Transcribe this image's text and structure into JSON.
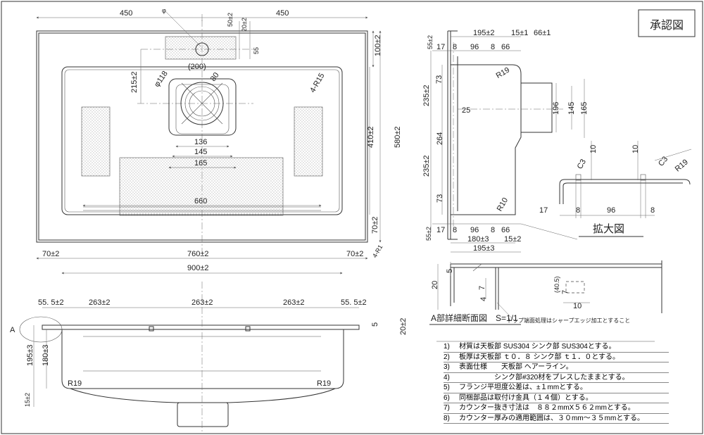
{
  "stamp": "承認図",
  "plan": {
    "top_left": "450",
    "top_right": "450",
    "phi_symbol": "φ",
    "fifty": "50±2",
    "twenty": "20±2",
    "fiftyfive": "55",
    "two_hundred": "(200)",
    "two15": "215±2",
    "phi118": "φ118",
    "eighty": "80",
    "r15": "4-R15",
    "hundred": "100±2",
    "four10": "410±2",
    "five80": "580±2",
    "seventy_r": "70±2",
    "d136": "136",
    "d145": "145",
    "d165": "165",
    "d660": "660",
    "seventy_bl": "70±2",
    "seventy_br": "70±2",
    "d760": "760±2",
    "d900": "900±2",
    "r1": "4-R1"
  },
  "section": {
    "s195": "195±2",
    "s15": "15±1",
    "s66a": "66±1",
    "s55t": "55±2",
    "s17": "17",
    "s8a": "8",
    "s96": "96",
    "s8b": "8",
    "s66b": "66",
    "r19": "R19",
    "s73a": "73",
    "s235a": "235±2",
    "s25": "25",
    "s264": "264",
    "s235b": "235±2",
    "s73b": "73",
    "s196": "196",
    "s145": "145",
    "s165": "165",
    "r10": "R10",
    "s55b": "55±2",
    "s17b": "17",
    "s8c": "8",
    "s96b": "96",
    "s8d": "8",
    "s66c": "66",
    "s180": "180±3",
    "s15b": "15±2",
    "s195b": "195±3"
  },
  "detail": {
    "c3a": "C3",
    "ten_a": "10",
    "ten_b": "10",
    "c3b": "C3",
    "r19": "R19",
    "d17": "17",
    "d8a": "8",
    "d96": "96",
    "d8b": "8",
    "title": "拡大図"
  },
  "partA": {
    "d20": "20",
    "d5": "5",
    "d7": "7",
    "d4": "4",
    "d4057": "(40.5)",
    "d7b": "7",
    "d10": "10",
    "label": "A部詳細断面図　S=1/1",
    "note": "トップ端面処理はシャープエッジ加工とすること"
  },
  "front": {
    "a": "A",
    "d55l": "55. 5±2",
    "d263a": "263±2",
    "d263b": "263±2",
    "d263c": "263±2",
    "d55r": "55. 5±2",
    "d5": "5",
    "d20": "20±2",
    "d195": "195±3",
    "d180": "180±3",
    "r19l": "R19",
    "r19r": "R19",
    "d15": "15±2"
  },
  "notes": [
    {
      "n": "1)",
      "text": "材質は天板部 SUS304 シンク部 SUS304とする。"
    },
    {
      "n": "2)",
      "text": "板厚は天板部 ｔ０．８ シンク部 ｔ１．０とする。"
    },
    {
      "n": "3)",
      "text": "表面仕様　　天板部 ヘアーライン。"
    },
    {
      "n": "4)",
      "text": "　　　　　シンク部#320材をプレスしたままとする。"
    },
    {
      "n": "5)",
      "text": "フランジ平坦度公差は、±１mmとする。"
    },
    {
      "n": "6)",
      "text": "同梱部品は取付け金具（１４個）とする。"
    },
    {
      "n": "7)",
      "text": "カウンター抜き寸法は　８８２mmX５６２mmとする。"
    },
    {
      "n": "8)",
      "text": "カウンター厚みの適用範囲は、３０mm〜３５mmとする。"
    }
  ]
}
